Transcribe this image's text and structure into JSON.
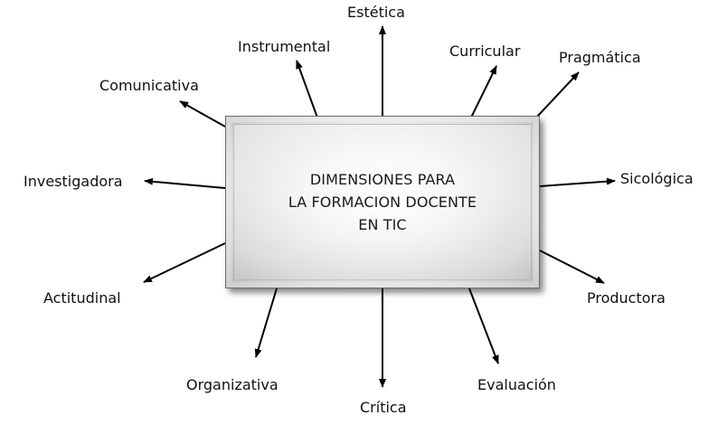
{
  "center": {
    "lines": [
      "DIMENSIONES PARA",
      "LA FORMACION DOCENTE",
      "EN TIC"
    ]
  },
  "dimensions": {
    "estetica": "Estética",
    "instrumental": "Instrumental",
    "curricular": "Curricular",
    "pragmatica": "Pragmática",
    "comunicativa": "Comunicativa",
    "investigadora": "Investigadora",
    "sicologica": "Sicológica",
    "actitudinal": "Actitudinal",
    "productora": "Productora",
    "organizativa": "Organizativa",
    "critica": "Crítica",
    "evaluacion": "Evaluación"
  },
  "colors": {
    "arrow": "#000000",
    "box_border": "#6b6b6b",
    "text": "#111111"
  }
}
